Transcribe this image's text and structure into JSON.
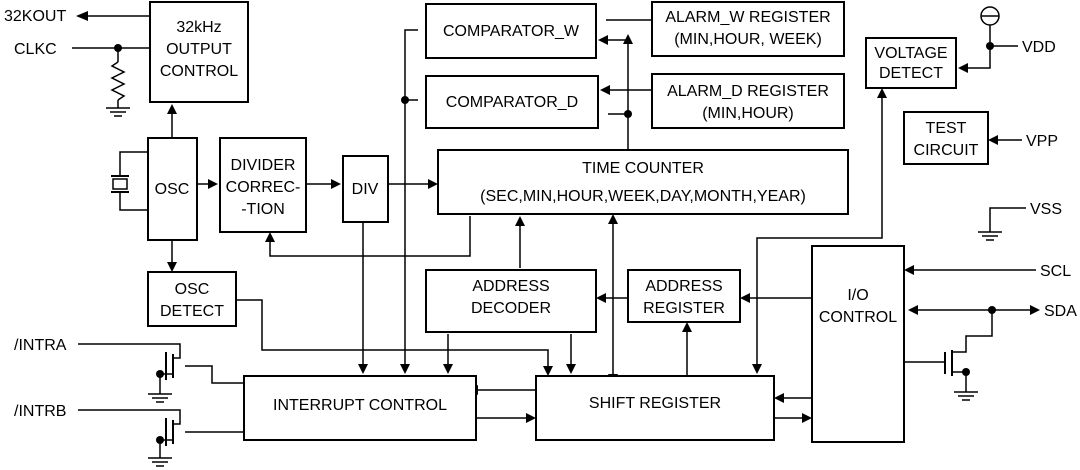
{
  "blocks": {
    "output_control": [
      "32kHz",
      "OUTPUT",
      "CONTROL"
    ],
    "osc": [
      "OSC"
    ],
    "divider_correction": [
      "DIVIDER",
      "CORREC-",
      "-TION"
    ],
    "div": [
      "DIV"
    ],
    "comparator_w": [
      "COMPARATOR_W"
    ],
    "comparator_d": [
      "COMPARATOR_D"
    ],
    "alarm_w": [
      "ALARM_W REGISTER",
      "(MIN,HOUR, WEEK)"
    ],
    "alarm_d": [
      "ALARM_D REGISTER",
      "(MIN,HOUR)"
    ],
    "voltage_detect": [
      "VOLTAGE",
      "DETECT"
    ],
    "test_circuit": [
      "TEST",
      "CIRCUIT"
    ],
    "time_counter": [
      "TIME COUNTER",
      "(SEC,MIN,HOUR,WEEK,DAY,MONTH,YEAR)"
    ],
    "osc_detect": [
      "OSC",
      "DETECT"
    ],
    "address_decoder": [
      "ADDRESS",
      "DECODER"
    ],
    "address_register": [
      "ADDRESS",
      "REGISTER"
    ],
    "io_control": [
      "I/O",
      "CONTROL"
    ],
    "interrupt_control": [
      "INTERRUPT CONTROL"
    ],
    "shift_register": [
      "SHIFT REGISTER"
    ]
  },
  "pins": {
    "out32k": "32KOUT",
    "clkc": "CLKC",
    "vdd": "VDD",
    "vpp": "VPP",
    "vss": "VSS",
    "scl": "SCL",
    "sda": "SDA",
    "intra": "/INTRA",
    "intrb": "/INTRB"
  }
}
